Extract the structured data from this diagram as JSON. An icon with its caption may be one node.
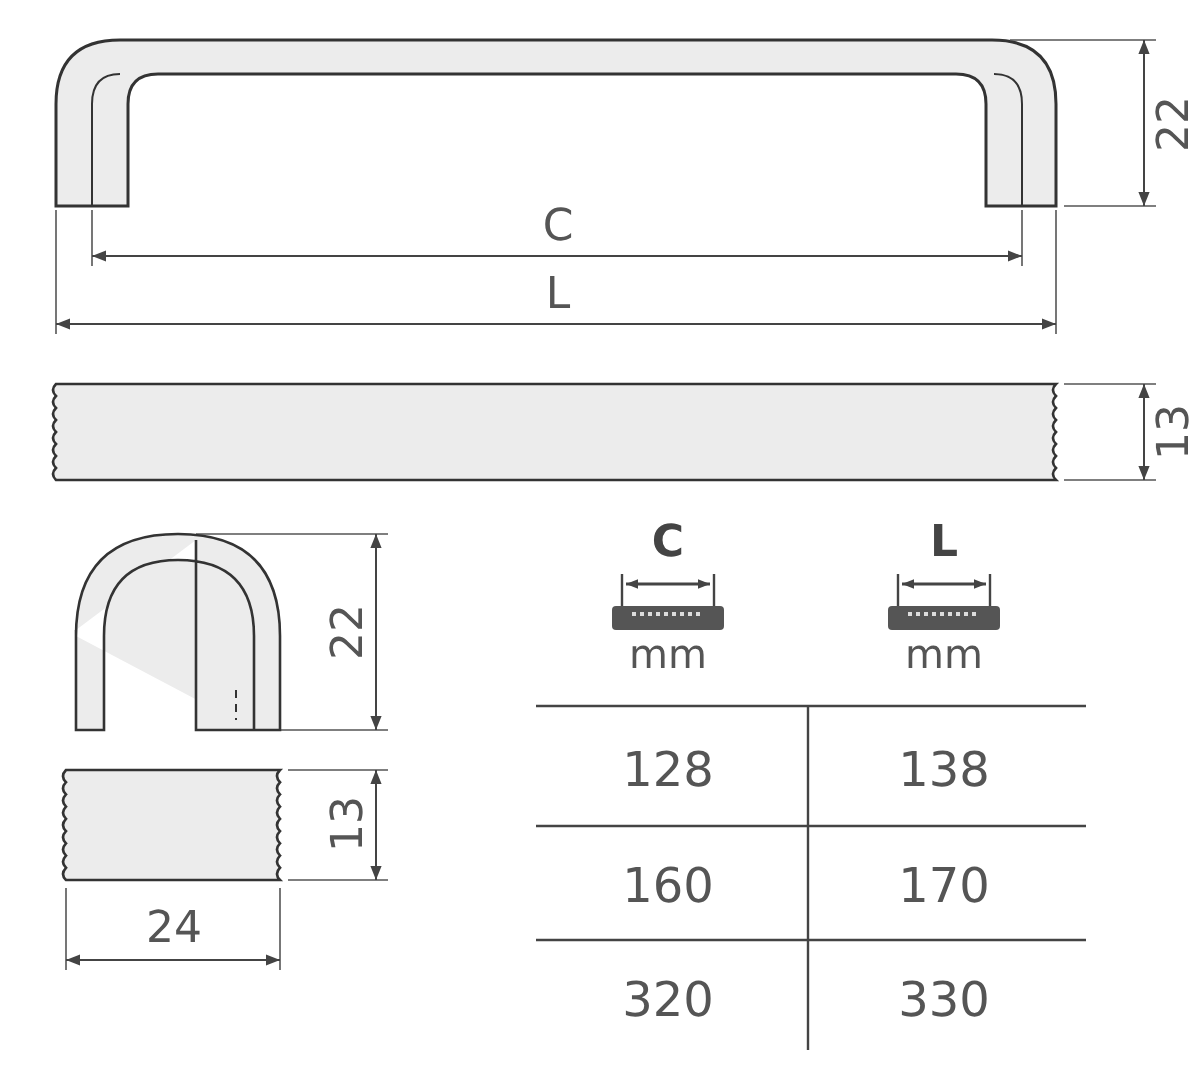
{
  "diagram": {
    "labels": [
      "22",
      "C",
      "L",
      "13",
      "C",
      "L",
      "22",
      "mm",
      "mm",
      "128",
      "138",
      "13",
      "160",
      "170",
      "24",
      "320",
      "330"
    ]
  }
}
